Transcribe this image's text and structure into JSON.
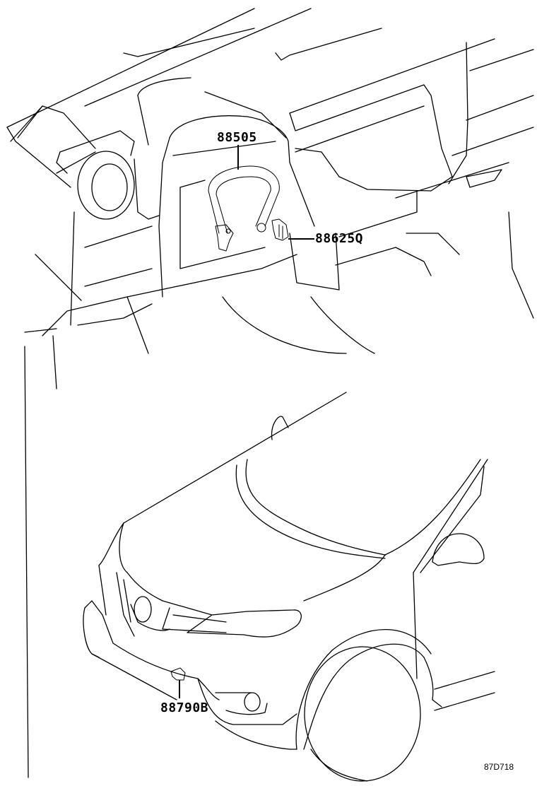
{
  "diagram": {
    "type": "parts-illustration",
    "views": [
      {
        "name": "interior-dashboard-view",
        "description": "Instrument panel / steering column area"
      },
      {
        "name": "exterior-front-view",
        "description": "Vehicle front bumper and fender"
      }
    ],
    "callouts": [
      {
        "id": "c1",
        "label": "88505",
        "part": "wire-harness"
      },
      {
        "id": "c2",
        "label": "88625Q",
        "part": "connector"
      },
      {
        "id": "c3",
        "label": "88790B",
        "part": "sensor"
      }
    ],
    "reference_code": "87D718",
    "colors": {
      "line": "#000000",
      "background": "#ffffff"
    }
  }
}
